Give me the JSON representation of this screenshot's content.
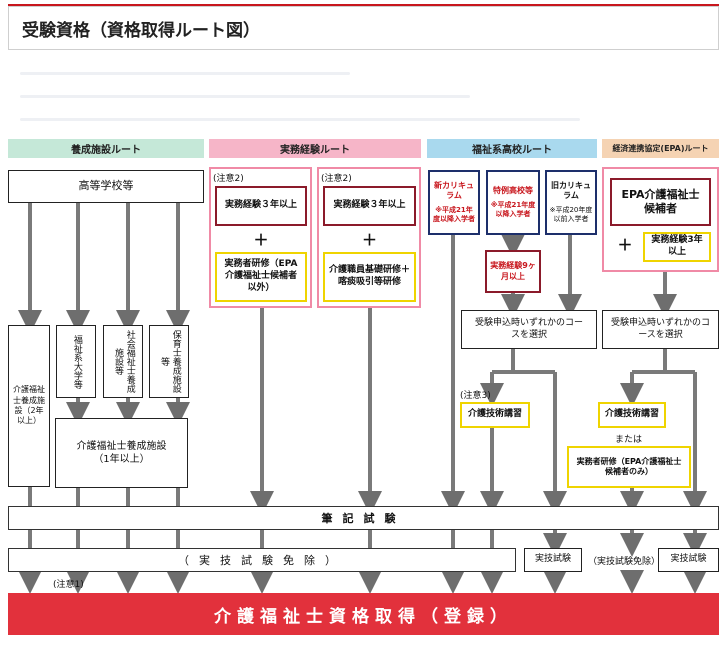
{
  "title": "受験資格（資格取得ルート図）",
  "colors": {
    "accent_red": "#c8161d",
    "final_red": "#e2313c",
    "pink_border": "#f08aa6",
    "yellow_border": "#efd400",
    "navy_border": "#1d2f6b"
  },
  "routes": {
    "training": "養成施設ルート",
    "work": "実務経験ルート",
    "school": "福祉系高校ルート",
    "epa": "経済連携協定(EPA)ルート"
  },
  "training": {
    "high_school": "高等学校等",
    "care_facility_2yr": "介護福祉士養成施設（2年以上）",
    "welfare_univ": "福祉系大学等",
    "social_welfare_facility": "社会福祉士養成施設等",
    "nursery_facility": "保育士養成施設等",
    "care_facility_1yr": "介護福祉士養成施設（1年以上）"
  },
  "work": {
    "note1": "(注意2)",
    "exp1": "実務経験３年以上",
    "plus1": "＋",
    "training1": "実務者研修（EPA介護福祉士候補者以外）",
    "note2": "(注意2)",
    "exp2": "実務経験３年以上",
    "plus2": "＋",
    "training2": "介護職員基礎研修＋喀痰吸引等研修"
  },
  "school": {
    "new_curriculum": "新カリキュラム",
    "new_sub": "※平成21年度以降入学者",
    "special_school": "特例高校等",
    "special_sub": "※平成21年度以降入学者",
    "old_curriculum": "旧カリキュラム",
    "old_sub": "※平成20年度以前入学者",
    "exp_9m": "実務経験9ヶ月以上",
    "course_select": "受験申込時いずれかのコースを選択",
    "note3": "(注意3)",
    "skill_course": "介護技術講習"
  },
  "epa": {
    "candidate": "EPA介護福祉士候補者",
    "plus": "＋",
    "exp3": "実務経験3年以上",
    "course_select": "受験申込時いずれかのコースを選択",
    "skill_course": "介護技術講習",
    "or": "または",
    "practitioner": "実務者研修（EPA介護福祉士候補者のみ）"
  },
  "written_exam": "筆記試験",
  "skill_exempt": "（実技試験免除）",
  "skill_exam_1": "実技試験",
  "skill_exempt_2": "（実技試験免除）",
  "skill_exam_2": "実技試験",
  "note1": "(注意1)",
  "final": "介護福祉士資格取得（登録）"
}
